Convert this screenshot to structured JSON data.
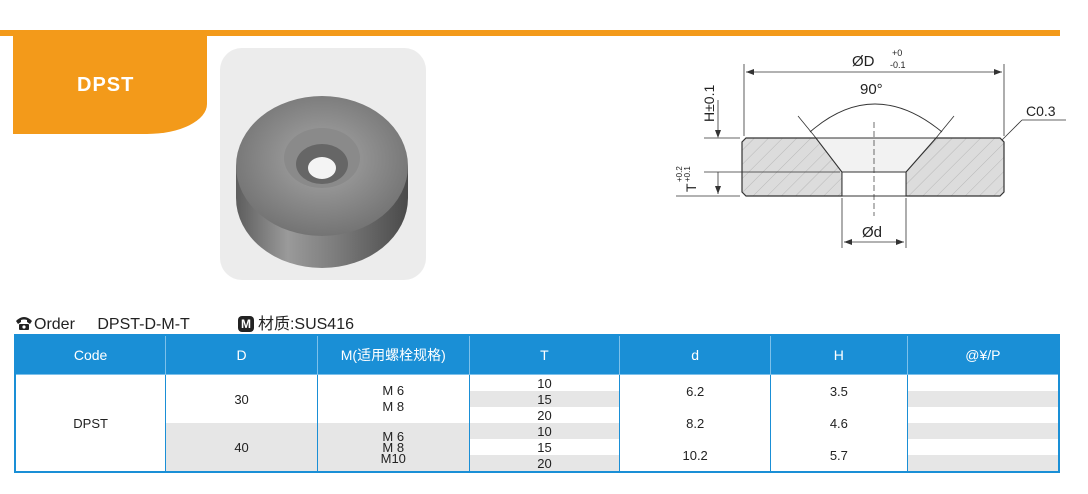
{
  "header": {
    "title": "DPST"
  },
  "drawing": {
    "dim_D": "ØD",
    "dim_D_tol_upper": "+0",
    "dim_D_tol_lower": "-0.1",
    "angle": "90°",
    "chamfer": "C0.3",
    "dim_H": "H±0.1",
    "dim_T": "T",
    "dim_T_tol_upper": "+0.2",
    "dim_T_tol_lower": "+0.1",
    "dim_d": "Ød"
  },
  "order": {
    "label": "Order",
    "code": "DPST-D-M-T",
    "material_badge": "M",
    "material": "材质:SUS416"
  },
  "table": {
    "headers": [
      "Code",
      "D",
      "M(适用螺栓规格)",
      "T",
      "d",
      "H",
      "@¥/P"
    ],
    "code": "DPST",
    "groups": [
      {
        "D": "30",
        "M": [
          "M 6",
          "M 8"
        ],
        "T": [
          "10",
          "15",
          "20"
        ],
        "dh": [
          {
            "d": "6.2",
            "H": "3.5"
          },
          {
            "d": "8.2",
            "H": "4.6"
          }
        ]
      },
      {
        "D": "40",
        "M": [
          "M 6",
          "M 8",
          "M10"
        ],
        "T": [
          "10",
          "15",
          "20"
        ],
        "dh": [
          {
            "d": "10.2",
            "H": "5.7"
          }
        ]
      }
    ]
  }
}
